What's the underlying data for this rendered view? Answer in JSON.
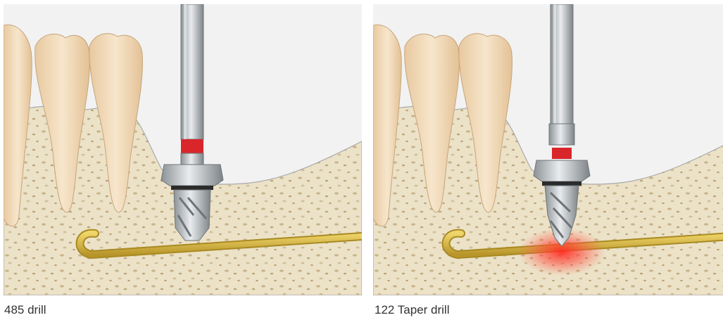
{
  "captions": {
    "left": "485 drill",
    "right": "122 Taper drill"
  },
  "colors": {
    "background": "#f2f2f2",
    "bone": "#ece2c8",
    "bone_spots": "#c9b48a",
    "tooth": "#f2dcbc",
    "nerve": "#d9b83a",
    "drill_metal": "#b9bec2",
    "drill_band": "#d8262a",
    "hotspot": "#ff3b30"
  },
  "icons": {
    "left": "implant-drill-illustration",
    "right": "taper-drill-nerve-contact-illustration"
  }
}
